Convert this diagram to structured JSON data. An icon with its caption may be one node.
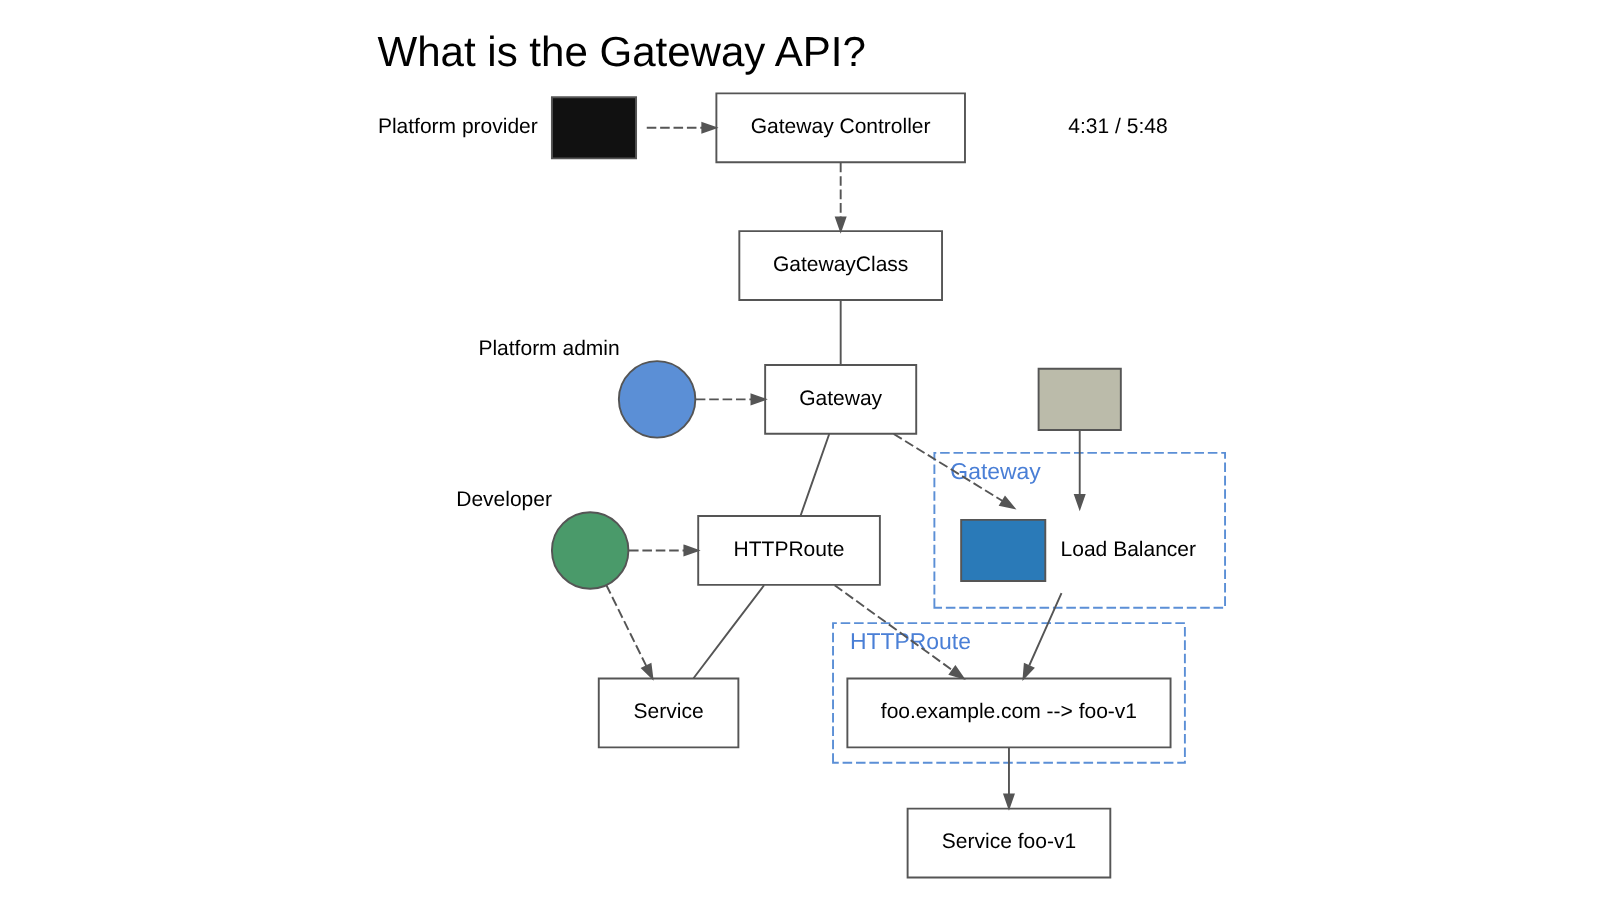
{
  "diagram": {
    "title": "What is the Gateway API?",
    "nodes": [
      {
        "text": [],
        "shape": "box",
        "beside": [
          "Platform provider"
        ]
      },
      {
        "text": [
          "Gateway Controller"
        ]
      },
      {
        "text": [
          "GatewayClass"
        ]
      },
      {
        "text": [],
        "shape": "person",
        "beside": [
          "Platform admin"
        ]
      },
      {
        "text": [
          "Gateway"
        ]
      },
      {
        "text": [],
        "shape": "person",
        "beside": [
          "Developer"
        ]
      },
      {
        "text": [
          "HTTPRoute"
        ]
      },
      {
        "text": [
          "Service"
        ]
      },
      {
        "text": [],
        "shape": "box"
      },
      {
        "text": [
          "Gateway"
        ]
      },
      {
        "text": [],
        "shape": "box",
        "beside": [
          "Load Balancer"
        ],
        "in": 9
      },
      {
        "text": [
          "HTTPRoute"
        ]
      },
      {
        "text": [
          "foo.example.com --> foo-v1"
        ],
        "in": 11
      },
      {
        "text": [
          "Service foo-v1"
        ]
      }
    ],
    "edges": [
      {
        "from": 0,
        "to": 1,
        "arrow": "to",
        "style": "dashed"
      },
      {
        "from": 1,
        "to": 2,
        "arrow": "to",
        "style": "dashed"
      },
      {
        "from": 2,
        "to": 4,
        "arrow": "none"
      },
      {
        "from": 3,
        "to": 4,
        "arrow": "to",
        "style": "dashed"
      },
      {
        "from": 4,
        "to": 6,
        "arrow": "none"
      },
      {
        "from": 5,
        "to": 6,
        "arrow": "to",
        "style": "dashed"
      },
      {
        "from": 5,
        "to": 7,
        "arrow": "to",
        "style": "dashed"
      },
      {
        "from": 6,
        "to": 7,
        "arrow": "none"
      },
      {
        "from": 4,
        "to": 10,
        "arrow": "to",
        "style": "dashed"
      },
      {
        "from": 8,
        "to": 10,
        "arrow": "to"
      },
      {
        "from": 10,
        "to": 12,
        "arrow": "to"
      },
      {
        "from": 6,
        "to": 12,
        "arrow": "to",
        "style": "dashed"
      },
      {
        "from": 12,
        "to": 13,
        "arrow": "to"
      }
    ],
    "labels": [
      "4:31 / 5:48"
    ]
  }
}
